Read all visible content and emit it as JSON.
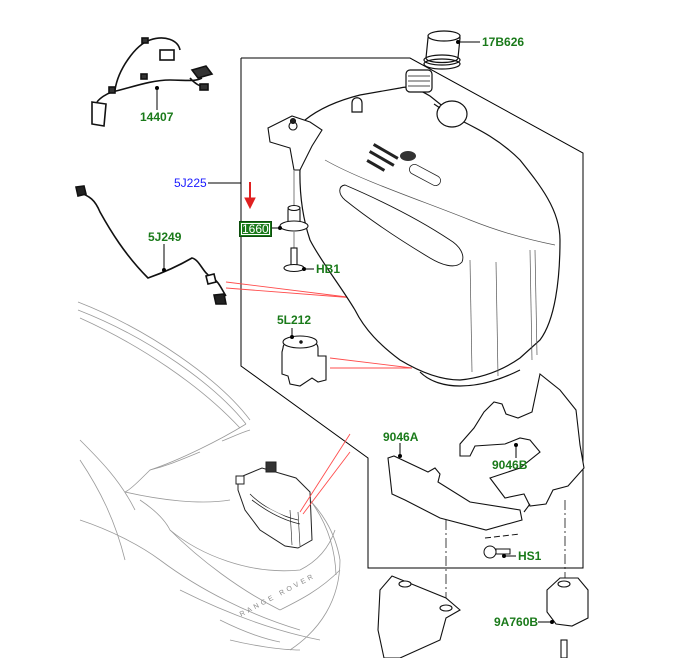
{
  "diagram": {
    "title": "Diesel exhaust fluid tank assembly",
    "vehicle_badge_text": "RANGE ROVER",
    "colors": {
      "part_label": "#1a7a1a",
      "reference_label": "#1a1aff",
      "highlight_box": "#1a7a1a",
      "leader_line": "#000000",
      "locator_line": "#ff4d4d",
      "indicator_arrow": "#e02020",
      "sketch_line": "#999999"
    },
    "parts": [
      {
        "id": "p-17B626",
        "label": "17B626",
        "description": "filler cap",
        "highlighted": false
      },
      {
        "id": "p-14407",
        "label": "14407",
        "description": "wiring harness",
        "highlighted": false
      },
      {
        "id": "p-5J225",
        "label": "5J225",
        "description": "tank assembly reference",
        "highlighted": false,
        "reference": true
      },
      {
        "id": "p-5J249",
        "label": "5J249",
        "description": "heater harness",
        "highlighted": false
      },
      {
        "id": "p-1660",
        "label": "1660",
        "description": "grommet",
        "highlighted": true
      },
      {
        "id": "p-HB1",
        "label": "HB1",
        "description": "bolt",
        "highlighted": false
      },
      {
        "id": "p-5L212",
        "label": "5L212",
        "description": "pump module",
        "highlighted": false
      },
      {
        "id": "p-9046A",
        "label": "9046A",
        "description": "strap bracket",
        "highlighted": false
      },
      {
        "id": "p-9046B",
        "label": "9046B",
        "description": "heat shield",
        "highlighted": false
      },
      {
        "id": "p-HS1",
        "label": "HS1",
        "description": "screw",
        "highlighted": false
      },
      {
        "id": "p-9A760B",
        "label": "9A760B",
        "description": "mounting bracket",
        "highlighted": false
      }
    ]
  }
}
